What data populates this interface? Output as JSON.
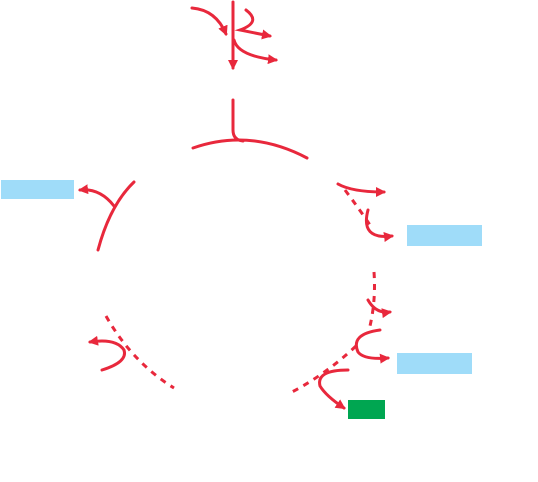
{
  "diagram": {
    "stroke_color": "#e8283c",
    "label_box_color": "#9fdcf9",
    "product_box_color": "#00a651",
    "label_boxes": [
      {
        "name": "label-box-left",
        "text": ""
      },
      {
        "name": "label-box-right-top",
        "text": ""
      },
      {
        "name": "label-box-right-middle",
        "text": ""
      }
    ],
    "product_box": {
      "name": "product-box",
      "text": ""
    }
  }
}
